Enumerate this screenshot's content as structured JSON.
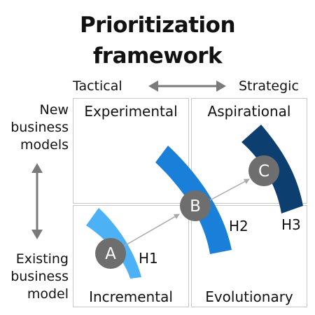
{
  "title": {
    "line1": "Prioritization",
    "line2": "framework"
  },
  "axes": {
    "horizontal": {
      "left": "Tactical",
      "right": "Strategic"
    },
    "vertical": {
      "top": [
        "New",
        "business",
        "models"
      ],
      "bottom": [
        "Existing",
        "business",
        "model"
      ]
    }
  },
  "quadrants": {
    "top_left": "Experimental",
    "top_right": "Aspirational",
    "bottom_left": "Incremental",
    "bottom_right": "Evolutionary"
  },
  "horizons": [
    {
      "label": "H1",
      "color": "#4db2f5"
    },
    {
      "label": "H2",
      "color": "#1a7fd9"
    },
    {
      "label": "H3",
      "color": "#0c3f70"
    }
  ],
  "markers": [
    {
      "label": "A"
    },
    {
      "label": "B"
    },
    {
      "label": "C"
    }
  ],
  "colors": {
    "marker": "#6e6e6e",
    "arrow": "#a9a9a9",
    "grid": "#c8c8c8",
    "axis_arrow": "#7a7a7a"
  }
}
